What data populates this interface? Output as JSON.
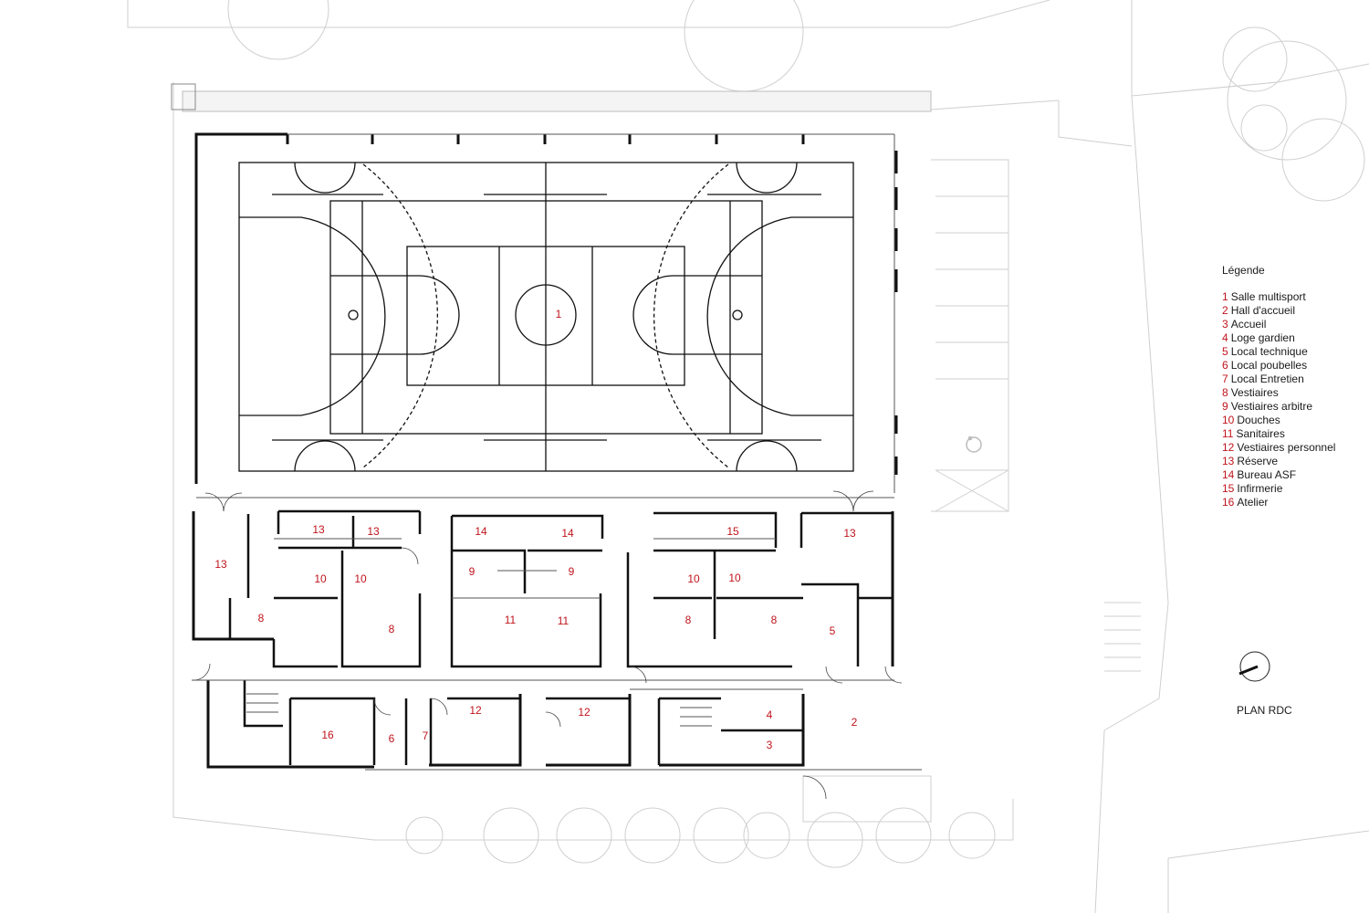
{
  "legend": {
    "title": "Légende",
    "items": [
      {
        "num": "1",
        "label": "Salle multisport"
      },
      {
        "num": "2",
        "label": "Hall d'accueil"
      },
      {
        "num": "3",
        "label": "Accueil"
      },
      {
        "num": "4",
        "label": "Loge gardien"
      },
      {
        "num": "5",
        "label": "Local technique"
      },
      {
        "num": "6",
        "label": "Local poubelles"
      },
      {
        "num": "7",
        "label": "Local Entretien"
      },
      {
        "num": "8",
        "label": "Vestiaires"
      },
      {
        "num": "9",
        "label": "Vestiaires arbitre"
      },
      {
        "num": "10",
        "label": "Douches"
      },
      {
        "num": "11",
        "label": "Sanitaires"
      },
      {
        "num": "12",
        "label": "Vestiaires personnel"
      },
      {
        "num": "13",
        "label": "Réserve"
      },
      {
        "num": "14",
        "label": "Bureau ASF"
      },
      {
        "num": "15",
        "label": "Infirmerie"
      },
      {
        "num": "16",
        "label": "Atelier"
      }
    ]
  },
  "plan_caption": "PLAN RDC",
  "room_labels": {
    "r1": "1",
    "r2": "2",
    "r3": "3",
    "r4": "4",
    "r5": "5",
    "r6": "6",
    "r7": "7",
    "r8a": "8",
    "r8b": "8",
    "r8c": "8",
    "r8d": "8",
    "r9a": "9",
    "r9b": "9",
    "r10a": "10",
    "r10b": "10",
    "r10c": "10",
    "r10d": "10",
    "r11a": "11",
    "r11b": "11",
    "r12a": "12",
    "r12b": "12",
    "r13a": "13",
    "r13b": "13",
    "r13c": "13",
    "r13d": "13",
    "r14a": "14",
    "r14b": "14",
    "r15": "15",
    "r16": "16"
  },
  "colors": {
    "label_red": "#c0141c",
    "wall": "#111111",
    "site_line": "#c8c8c8"
  }
}
